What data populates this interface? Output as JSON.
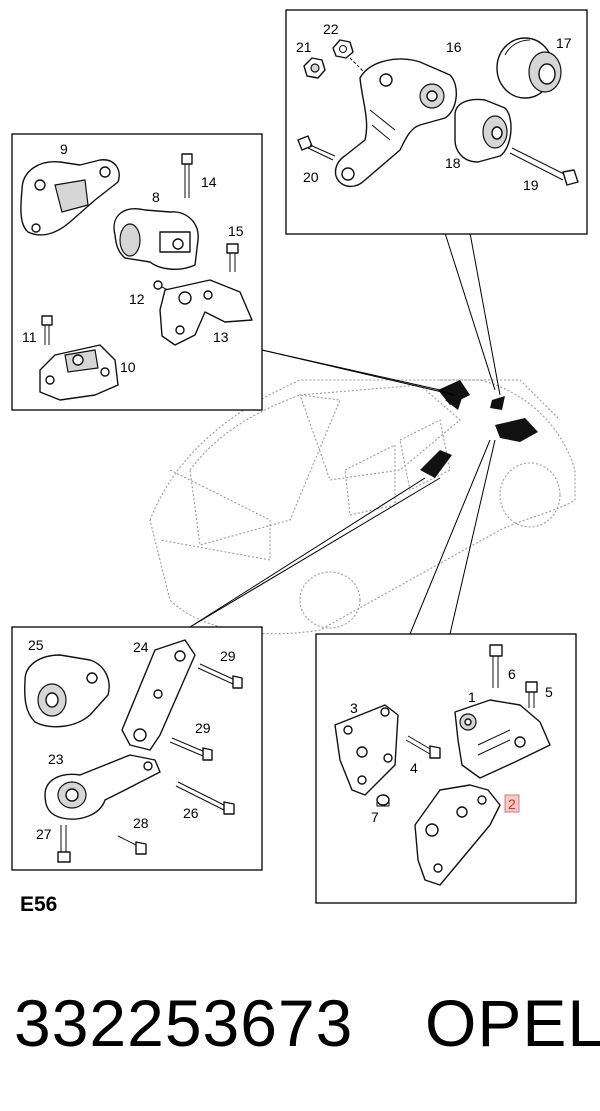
{
  "diagram": {
    "code": "E56",
    "highlighted_callout": "2",
    "accent_color": "#d97a7a",
    "groups": [
      {
        "name": "top-group",
        "callouts": [
          "22",
          "21",
          "16",
          "17",
          "20",
          "18",
          "19"
        ]
      },
      {
        "name": "left-group",
        "callouts": [
          "9",
          "14",
          "8",
          "15",
          "12",
          "11",
          "13",
          "10"
        ]
      },
      {
        "name": "bottom-left-group",
        "callouts": [
          "25",
          "24",
          "29",
          "29",
          "23",
          "26",
          "27",
          "28"
        ]
      },
      {
        "name": "bottom-right-group",
        "callouts": [
          "6",
          "5",
          "1",
          "3",
          "4",
          "7",
          "2"
        ]
      }
    ]
  },
  "footer": {
    "part_number": "332253673",
    "brand": "OPEL"
  }
}
